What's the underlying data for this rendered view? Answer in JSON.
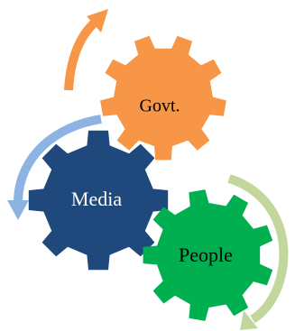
{
  "diagram": {
    "gears": [
      {
        "id": "govt",
        "label": "Govt.",
        "color": "#F79646",
        "text_color": "#000000"
      },
      {
        "id": "media",
        "label": "Media",
        "color": "#1F497D",
        "text_color": "#FFFFFF"
      },
      {
        "id": "people",
        "label": "People",
        "color": "#00B050",
        "text_color": "#000000"
      }
    ],
    "arrows": [
      {
        "id": "govt-arrow",
        "color": "#F79646"
      },
      {
        "id": "media-arrow",
        "color": "#8DB3E2"
      },
      {
        "id": "people-arrow",
        "color": "#C3D69B"
      }
    ]
  }
}
